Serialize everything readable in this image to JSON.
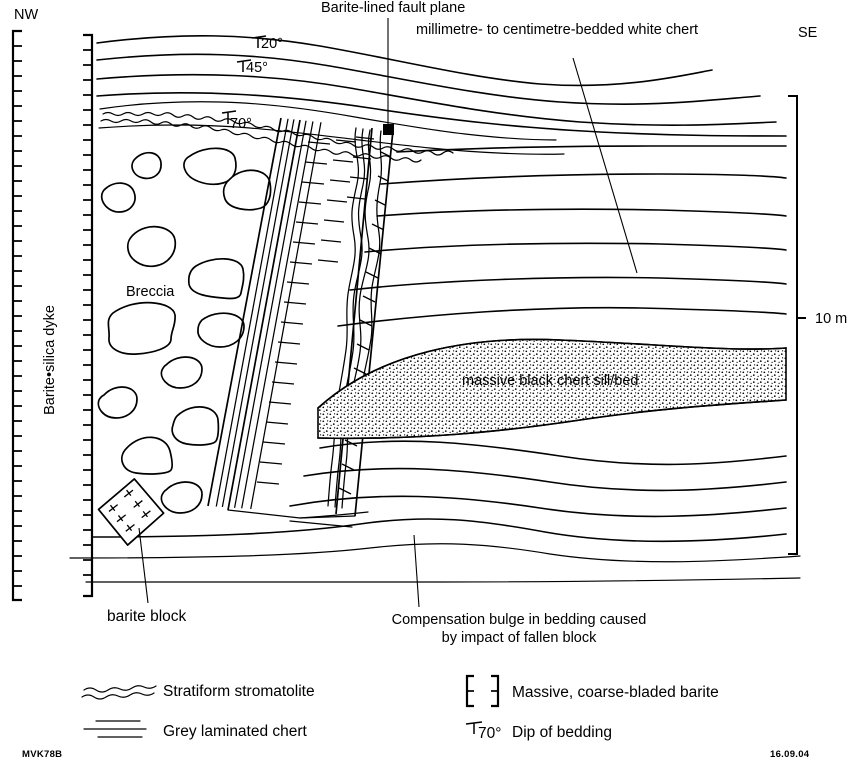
{
  "figure": {
    "id_code": "MVK78B",
    "date": "16.09.04",
    "orientation_left": "NW",
    "orientation_right": "SE",
    "scale_label": "10 m"
  },
  "annotations": {
    "fault_plane": "Barite-lined fault plane",
    "white_chert": "millimetre- to centimetre-bedded white chert",
    "breccia": "Breccia",
    "dyke": "Barite•silica dyke",
    "black_chert": "massive black chert sill/bed",
    "barite_block": "barite block",
    "compensation_line1": "Compensation bulge in bedding caused",
    "compensation_line2": "by impact of fallen block"
  },
  "dips": {
    "upper": "20°",
    "middle": "45°",
    "lower": "70°"
  },
  "legend": {
    "items": [
      {
        "key": "stratiform-stromatolite",
        "label": "Stratiform stromatolite",
        "symbol": "wavy-lines-symbol"
      },
      {
        "key": "grey-laminated-chert",
        "label": "Grey laminated chert",
        "symbol": "parallel-lines-symbol"
      },
      {
        "key": "massive-coarse-bladed-barite",
        "label": "Massive, coarse-bladed barite",
        "symbol": "bracket-pair-symbol"
      },
      {
        "key": "dip-of-bedding",
        "label": "Dip of bedding",
        "symbol": "dip-tick-symbol",
        "value": "70°"
      }
    ]
  },
  "chart_data": {
    "type": "diagram",
    "subject": "Geological cross-section through a barite-silica dyke and bedded chert sequence",
    "units": "metres",
    "scale_bar_metres": 10,
    "section_azimuth": "NW-SE",
    "units_depicted": [
      "millimetre- to centimetre-bedded white chert",
      "massive black chert sill/bed",
      "Barite•silica dyke",
      "Breccia",
      "Stratiform stromatolite",
      "Grey laminated chert",
      "Massive, coarse-bladed barite"
    ],
    "measured_dips_degrees": [
      20,
      45,
      70
    ],
    "structures": [
      "Barite-lined fault plane",
      "barite block",
      "Compensation bulge in bedding caused by impact of fallen block"
    ]
  }
}
